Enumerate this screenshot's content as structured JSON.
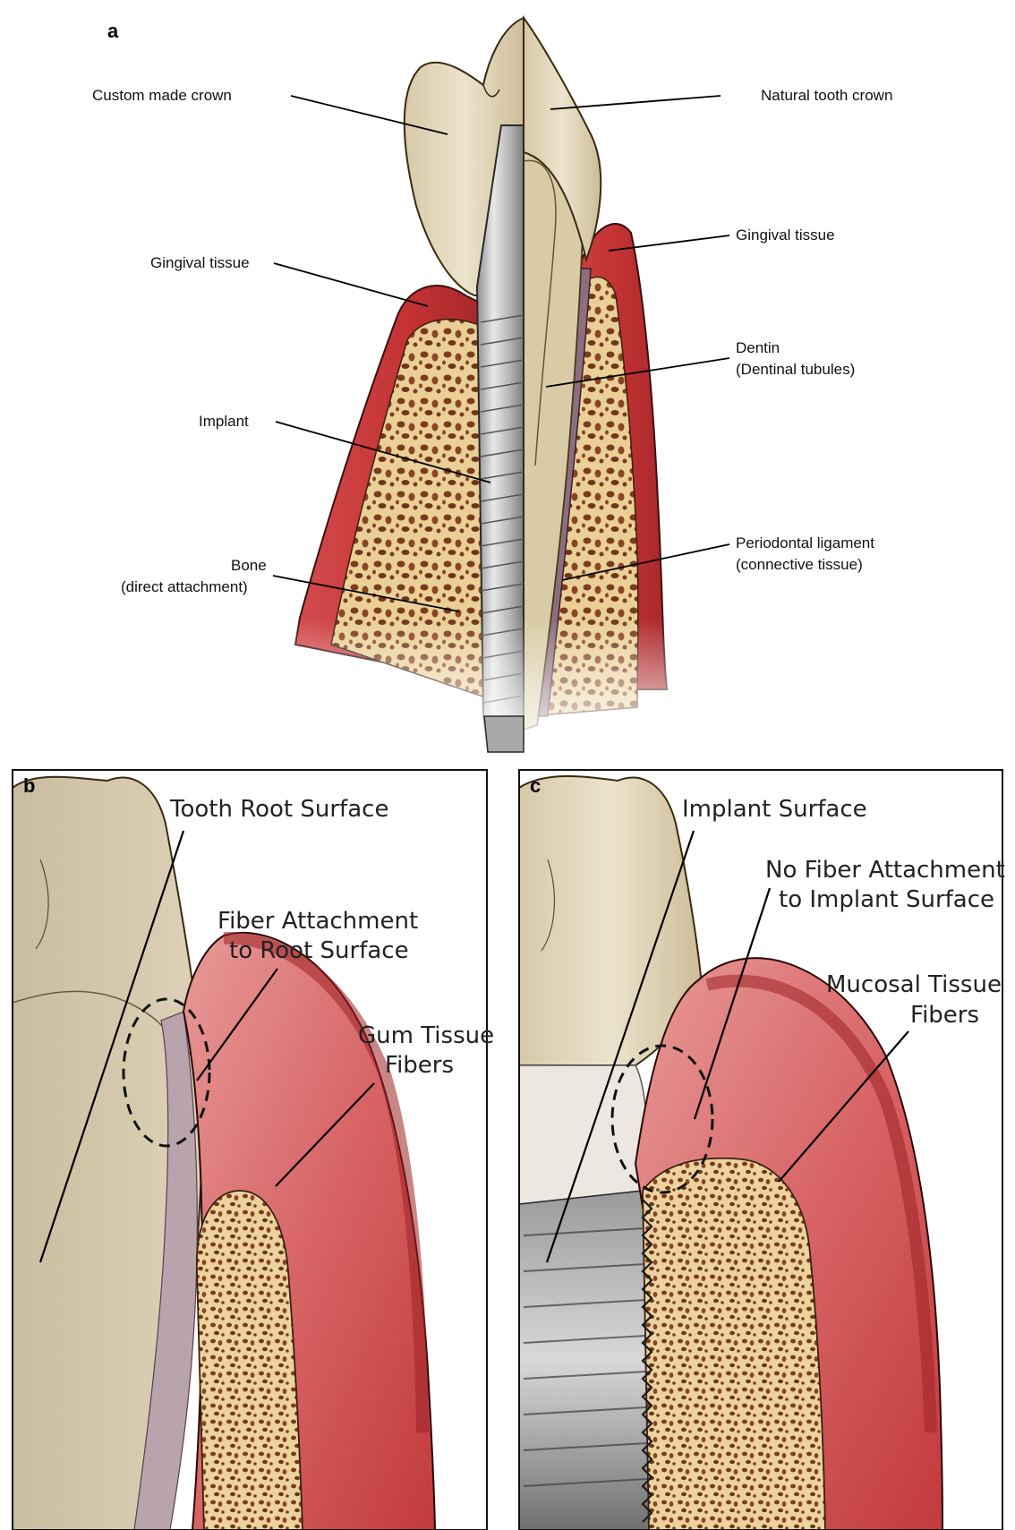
{
  "panels": {
    "a": {
      "letter": "a",
      "labels": {
        "custom_crown": "Custom made crown",
        "natural_crown": "Natural tooth crown",
        "gingival_left": "Gingival tissue",
        "gingival_right": "Gingival tissue",
        "dentin_1": "Dentin",
        "dentin_2": "(Dentinal tubules)",
        "implant": "Implant",
        "bone_1": "Bone",
        "bone_2": "(direct attachment)",
        "pdl_1": "Periodontal ligament",
        "pdl_2": "(connective tissue)"
      }
    },
    "b": {
      "letter": "b",
      "labels": {
        "root_surface": "Tooth Root Surface",
        "fiber_1": "Fiber Attachment",
        "fiber_2": "to Root Surface",
        "gum_1": "Gum Tissue",
        "gum_2": "Fibers"
      }
    },
    "c": {
      "letter": "c",
      "labels": {
        "implant_surface": "Implant Surface",
        "nofiber_1": "No Fiber Attachment",
        "nofiber_2": "to Implant Surface",
        "mucosal_1": "Mucosal Tissue",
        "mucosal_2": "Fibers"
      }
    }
  },
  "colors": {
    "enamel": "#e6dcc4",
    "gingiva": "#c8383a",
    "bone": "#e9cf96",
    "bone_pores": "#7a3c1e",
    "implant": "#b9b9b9",
    "ligament": "#8c6e7d"
  }
}
